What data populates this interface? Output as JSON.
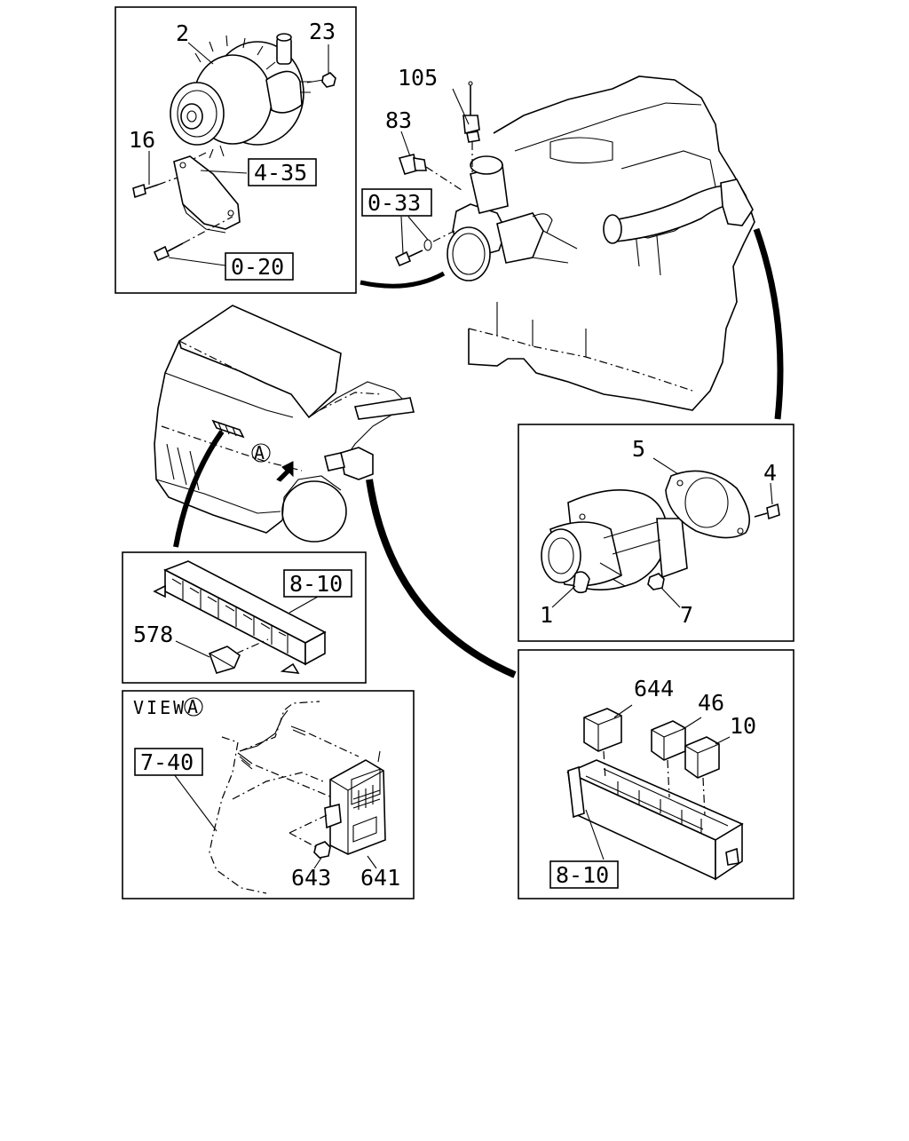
{
  "diagram": {
    "panels": {
      "alternator": {
        "labels": [
          "2",
          "23",
          "16"
        ],
        "refs": [
          "4-35",
          "0-20"
        ]
      },
      "engine": {
        "labels": [
          "105",
          "83"
        ],
        "refs": [
          "0-33"
        ]
      },
      "starter": {
        "labels": [
          "5",
          "4",
          "1",
          "7"
        ]
      },
      "fuse_block": {
        "labels": [
          "578"
        ],
        "refs": [
          "8-10"
        ]
      },
      "view_a": {
        "title": "VIEW",
        "marker": "A",
        "labels": [
          "643",
          "641"
        ],
        "refs": [
          "7-40"
        ]
      },
      "relay_box": {
        "labels": [
          "644",
          "46",
          "10"
        ],
        "refs": [
          "8-10"
        ]
      }
    },
    "truck_marker": "A"
  }
}
